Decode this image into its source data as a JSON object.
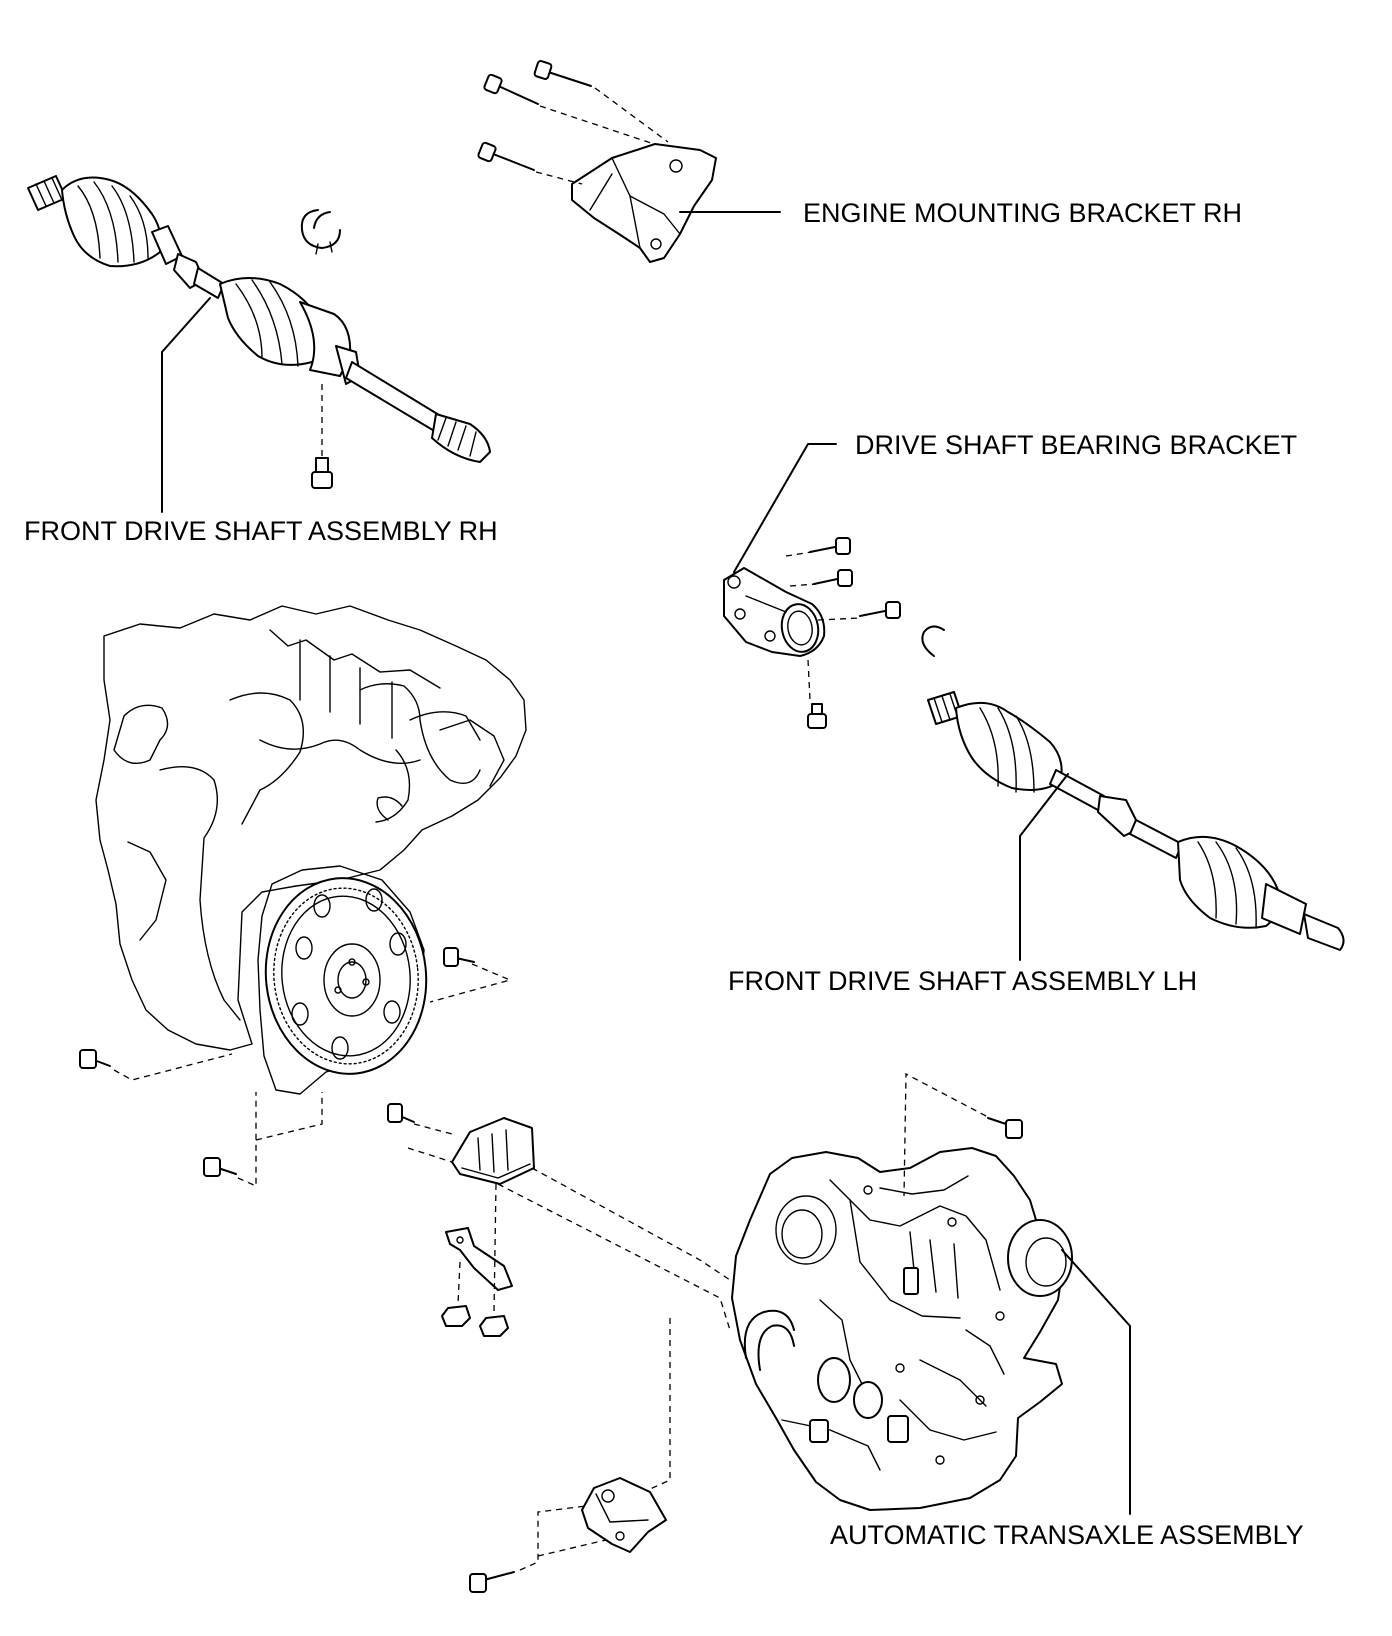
{
  "labels": {
    "engine_mounting_bracket_rh": "ENGINE MOUNTING BRACKET RH",
    "drive_shaft_bearing_bracket": "DRIVE SHAFT BEARING BRACKET",
    "front_drive_shaft_assembly_rh": "FRONT DRIVE SHAFT ASSEMBLY RH",
    "front_drive_shaft_assembly_lh": "FRONT DRIVE SHAFT ASSEMBLY LH",
    "automatic_transaxle_assembly": "AUTOMATIC TRANSAXLE ASSEMBLY"
  }
}
